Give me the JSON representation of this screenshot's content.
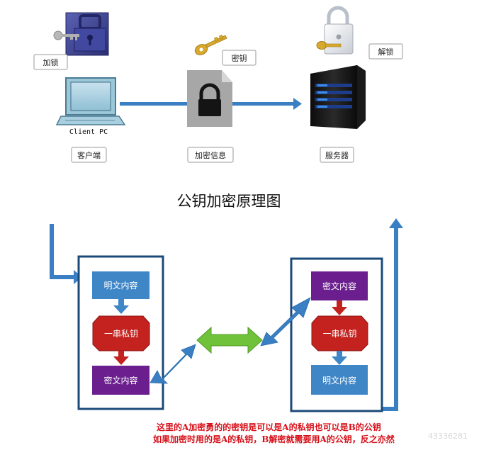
{
  "top": {
    "lock_label": "加锁",
    "key_label": "密钥",
    "unlock_label": "解锁",
    "pc_caption": "Client PC",
    "client_label": "客户端",
    "encrypted_label": "加密信息",
    "server_label": "服务器"
  },
  "title": "公钥加密原理图",
  "left_panel": {
    "plain": "明文内容",
    "key": "一串私钥",
    "cipher": "密文内容"
  },
  "right_panel": {
    "cipher": "密文内容",
    "key": "一串私钥",
    "plain": "明文内容"
  },
  "note": {
    "line1": "这里的A加密勇的的密钥是可以是A的私钥也可以是B的公钥",
    "line2": "如果加密时用的是A的私钥，B解密就需要用A的公钥，反之亦然"
  },
  "watermark": "43336281",
  "colors": {
    "blue_box": "#3f86c7",
    "purple_box": "#6b1f8e",
    "red_box": "#c4221f",
    "arrow_blue": "#3a7fc4",
    "arrow_green": "#6fc23a",
    "panel_border": "#1b4a78",
    "note_red": "#d6101a"
  }
}
